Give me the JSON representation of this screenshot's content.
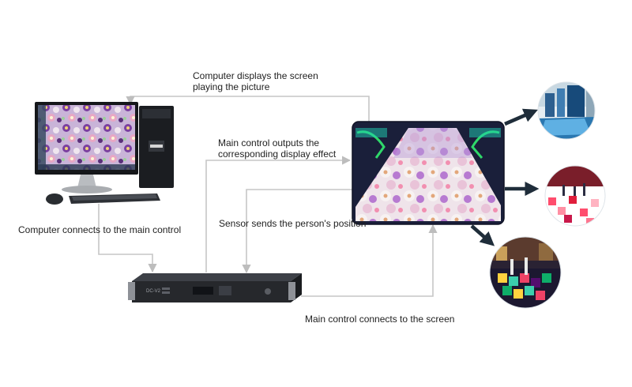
{
  "colors": {
    "connector": "#c6c6c6",
    "arrow_dark": "#1f2d3a",
    "label_text": "#222222"
  },
  "labels": {
    "computer_displays_line1": "Computer displays the screen",
    "computer_displays_line2": "playing the picture",
    "main_control_outputs_line1": "Main control outputs the",
    "main_control_outputs_line2": "corresponding display effect",
    "sensor_sends": "Sensor sends the person's position",
    "computer_connects": "Computer connects to the main control",
    "main_control_connects": "Main control connects to the screen"
  },
  "controller": {
    "model_text": "DC-V2"
  },
  "icons": {
    "computer": "desktop-computer-icon",
    "controller": "rack-controller-icon",
    "floor_screen": "interactive-floor-screen-image",
    "scenes": [
      "lobby-scene-image",
      "playground-scene-image",
      "mall-scene-image"
    ]
  }
}
